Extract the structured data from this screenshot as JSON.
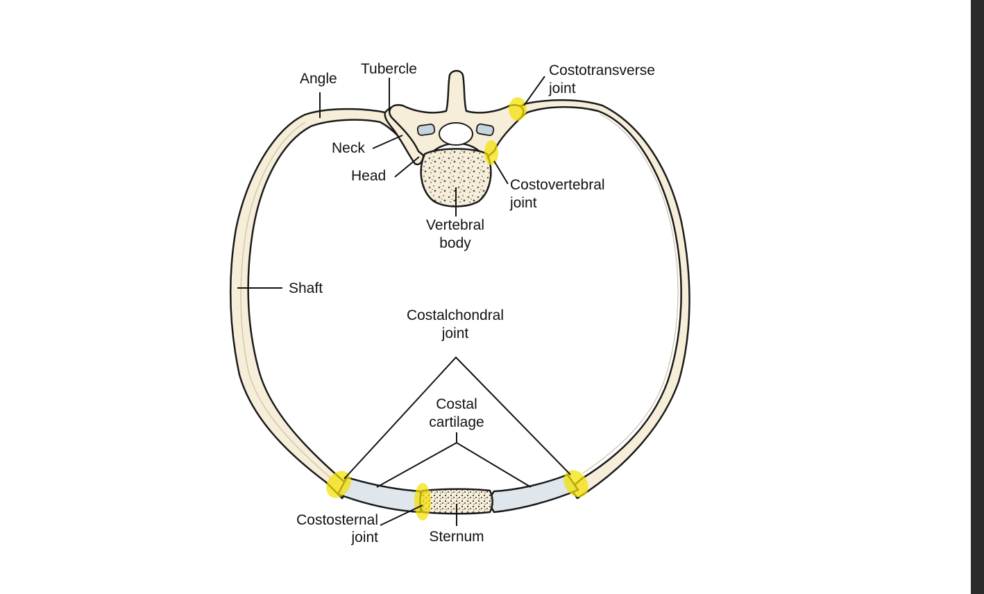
{
  "labels": {
    "angle": "Angle",
    "tubercle": "Tubercle",
    "costotransverse_1": "Costotransverse",
    "costotransverse_2": "joint",
    "neck": "Neck",
    "head": "Head",
    "costovertebral_1": "Costovertebral",
    "costovertebral_2": "joint",
    "vertebral_body_1": "Vertebral",
    "vertebral_body_2": "body",
    "shaft": "Shaft",
    "costalchondral_1": "Costalchondral",
    "costalchondral_2": "joint",
    "costal_cartilage_1": "Costal",
    "costal_cartilage_2": "cartilage",
    "costosternal_1": "Costosternal",
    "costosternal_2": "joint",
    "sternum": "Sternum"
  },
  "colors": {
    "bone": "#f6eed9",
    "cartilage": "#dfe6ec",
    "joint_highlight": "#f4e000",
    "outline": "#1a1a1a",
    "scrollbar": "#2b2b2b"
  }
}
